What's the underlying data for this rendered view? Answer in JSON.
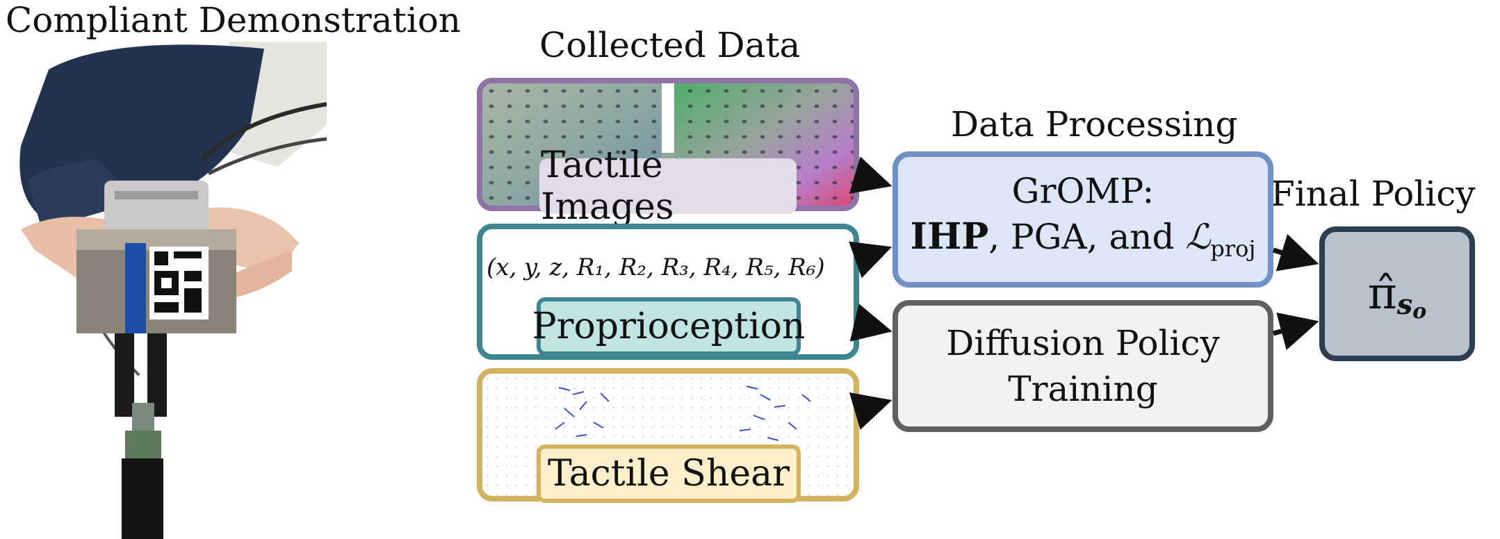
{
  "left_title": "Compliant Demonstration",
  "collected_title": "Collected Data",
  "processing_title": "Data Processing",
  "final_title": "Final Policy",
  "tactile_images_label": "Tactile Images",
  "proprioception_label": "Proprioception",
  "tactile_shear_label": "Tactile Shear",
  "proprio_vector": "(x, y, z, R₁, R₂, R₃, R₄, R₅, R₆)",
  "gromp": {
    "line1": "GrOMP:",
    "ihp": "IHP",
    "mid": ", PGA, and ",
    "loss_symbol": "ℒ",
    "loss_sub": "proj"
  },
  "diffusion": {
    "line1": "Diffusion Policy",
    "line2": "Training"
  },
  "policy_symbol": "π̂",
  "policy_sub": "s",
  "policy_subsub": "o",
  "colors": {
    "images_border": "#8e72a8",
    "proprio_border": "#3f8591",
    "shear_border": "#d3b35f",
    "gromp_border": "#7090c6",
    "gromp_fill": "#dce6f7",
    "diffusion_border": "#606060",
    "diffusion_fill": "#f2f2f2",
    "final_border": "#2c3e50",
    "final_fill": "#b9c2cc"
  }
}
